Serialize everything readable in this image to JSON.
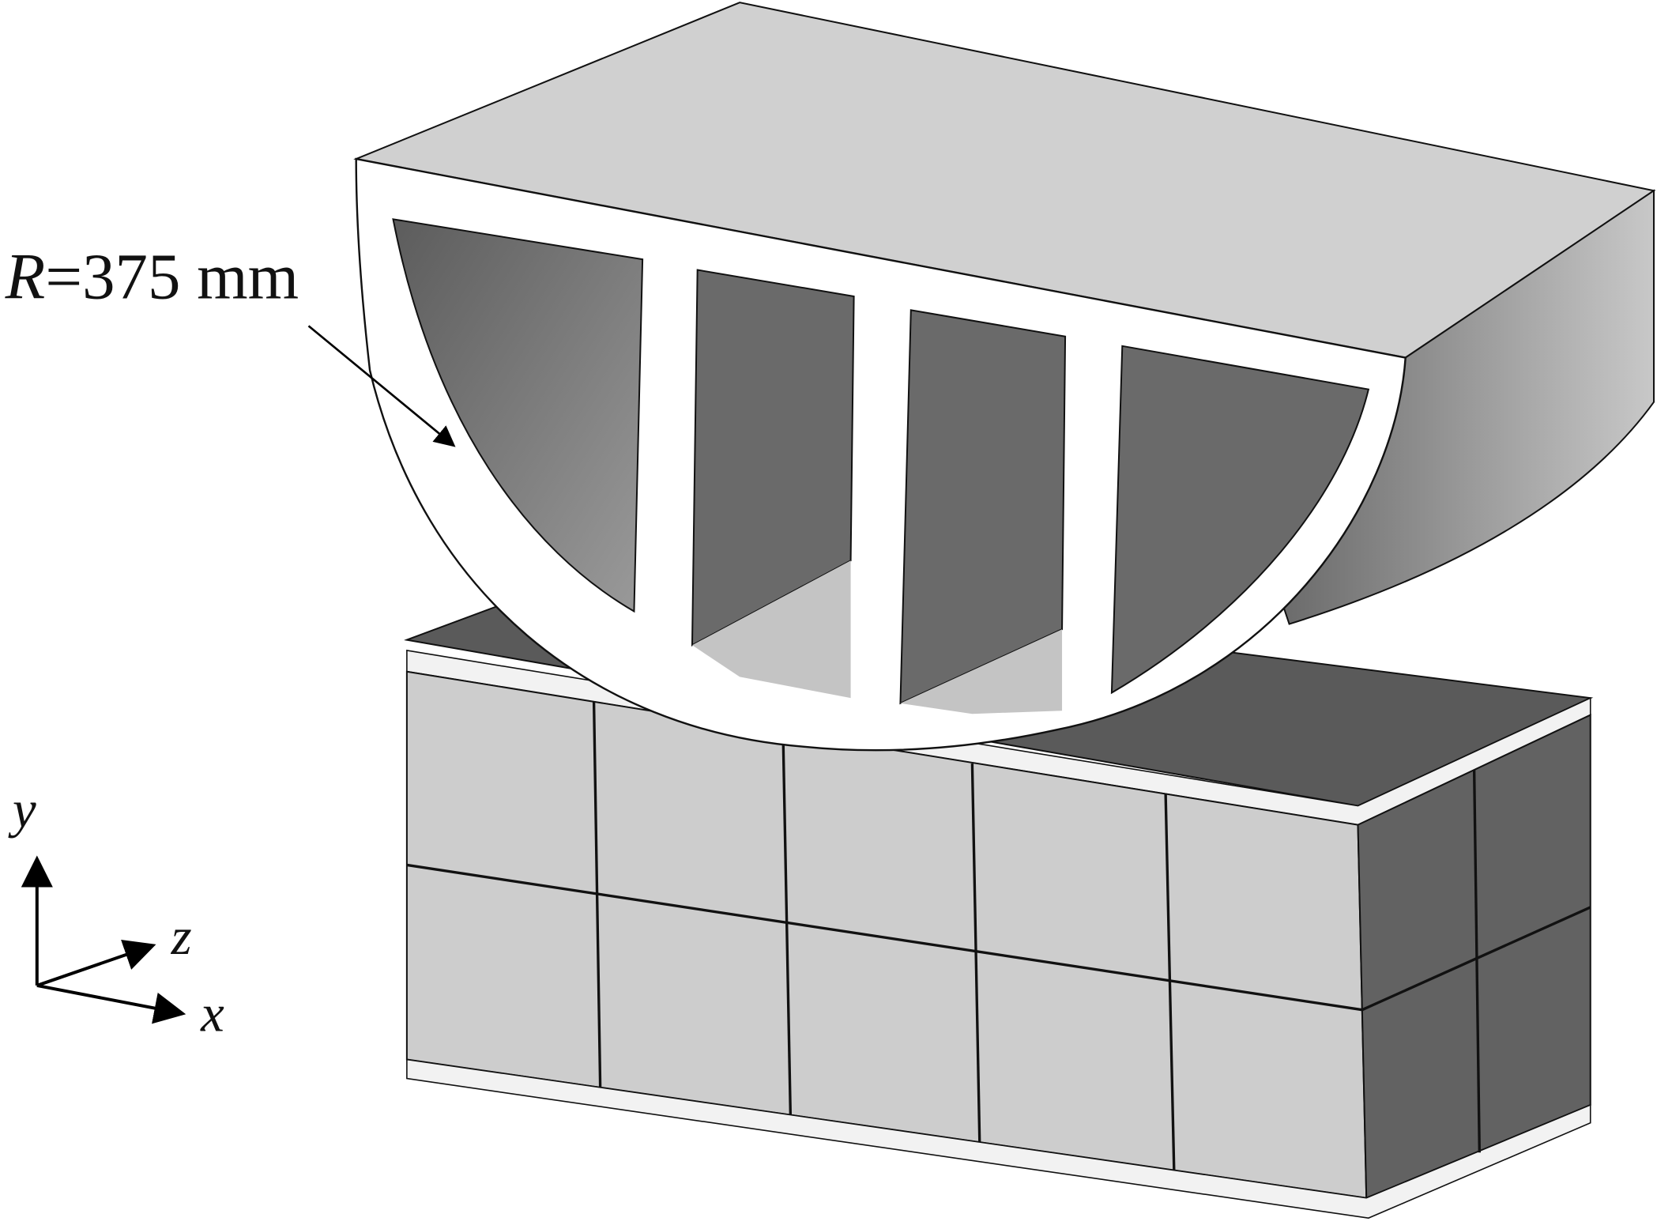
{
  "annotation": {
    "radius_label_italic": "R",
    "radius_label_rest": "=375 mm"
  },
  "axes": {
    "y": "y",
    "z": "z",
    "x": "x"
  },
  "colors": {
    "light_face": "#cfcfcf",
    "dark_face": "#5e5e5e",
    "window": "#6f6f6f",
    "edge": "#111111",
    "plate": "#f4f4f4"
  }
}
